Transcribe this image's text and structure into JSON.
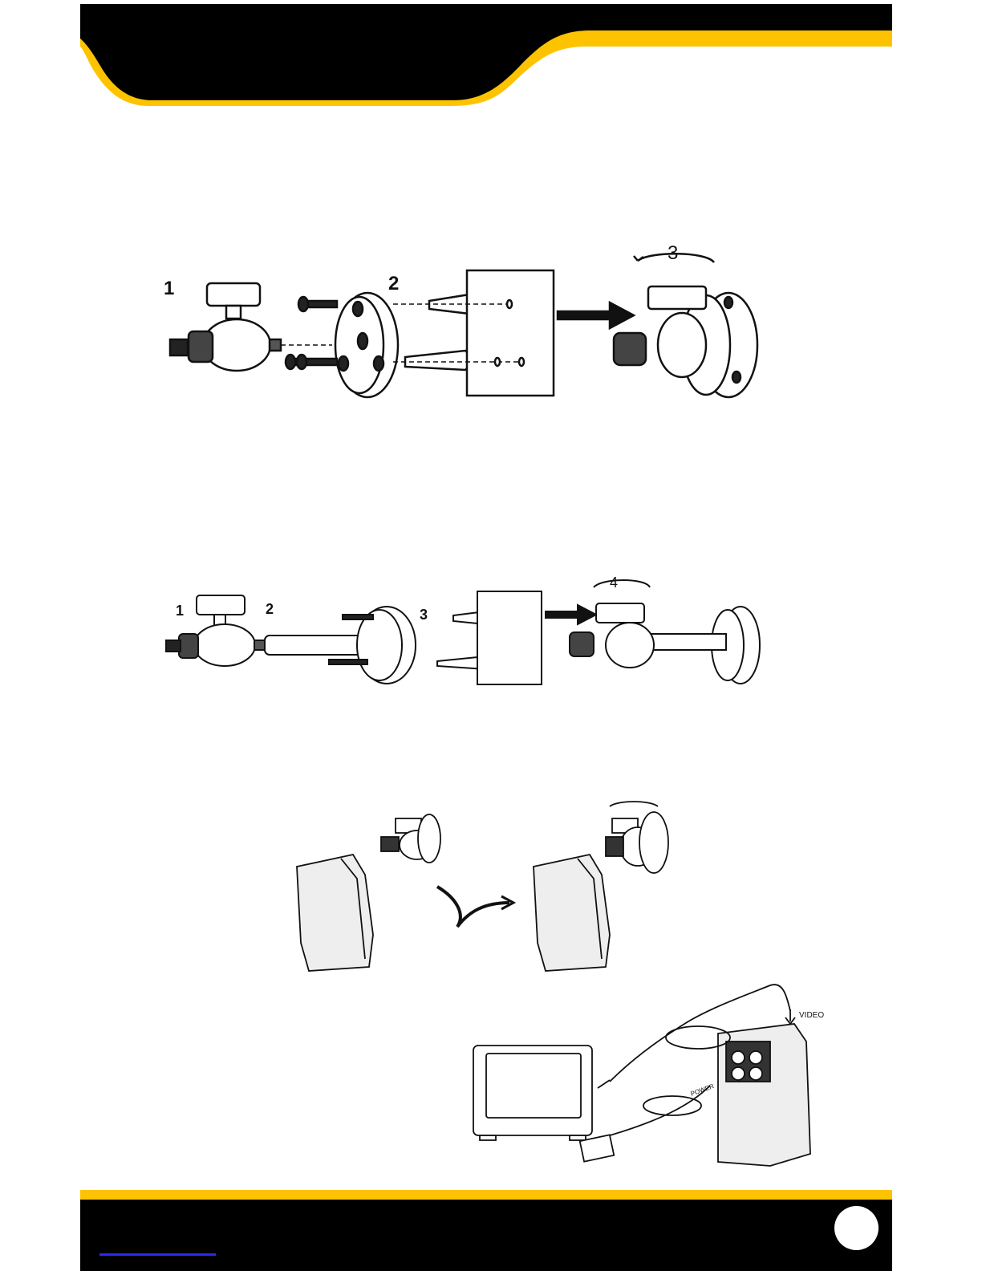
{
  "header": {
    "bar_color": "#000000",
    "accent_color": "#fdc300"
  },
  "footer": {
    "bar_color": "#000000",
    "accent_color": "#fdc300"
  },
  "figure1": {
    "labels": [
      "1",
      "2",
      "3"
    ]
  },
  "figure2": {
    "labels": [
      "1",
      "2",
      "3",
      "4"
    ]
  },
  "figure4": {
    "labels": [
      "VIDEO",
      "POWER"
    ]
  },
  "colors": {
    "line": "#111111",
    "shade": "#d9d9d9",
    "link": "#2a2af0"
  }
}
